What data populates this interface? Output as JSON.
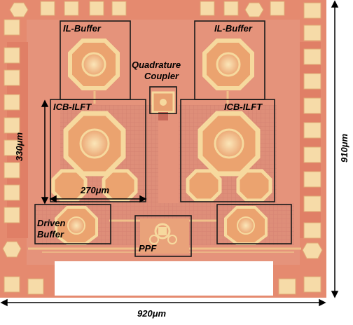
{
  "image_title": "",
  "blocks": [
    {
      "id": "il-buffer-left",
      "label": "IL-Buffer"
    },
    {
      "id": "il-buffer-right",
      "label": "IL-Buffer"
    },
    {
      "id": "quadrature-coupler",
      "label_line1": "Quadrature",
      "label_line2": "Coupler"
    },
    {
      "id": "icb-ilft-left",
      "label": "ICB-ILFT"
    },
    {
      "id": "icb-ilft-right",
      "label": "ICB-ILFT"
    },
    {
      "id": "driven-buffer",
      "label_line1": "Driven",
      "label_line2": "Buffer"
    },
    {
      "id": "ppf",
      "label": "PPF"
    }
  ],
  "dimensions": {
    "chip_width": "920μm",
    "chip_height": "910μm",
    "block_width": "270μm",
    "block_height": "330μm"
  },
  "colors": {
    "die": "#e8826a",
    "metal": "#f3c98e",
    "pad": "#f6dba8",
    "box": "#1a1a1a"
  }
}
